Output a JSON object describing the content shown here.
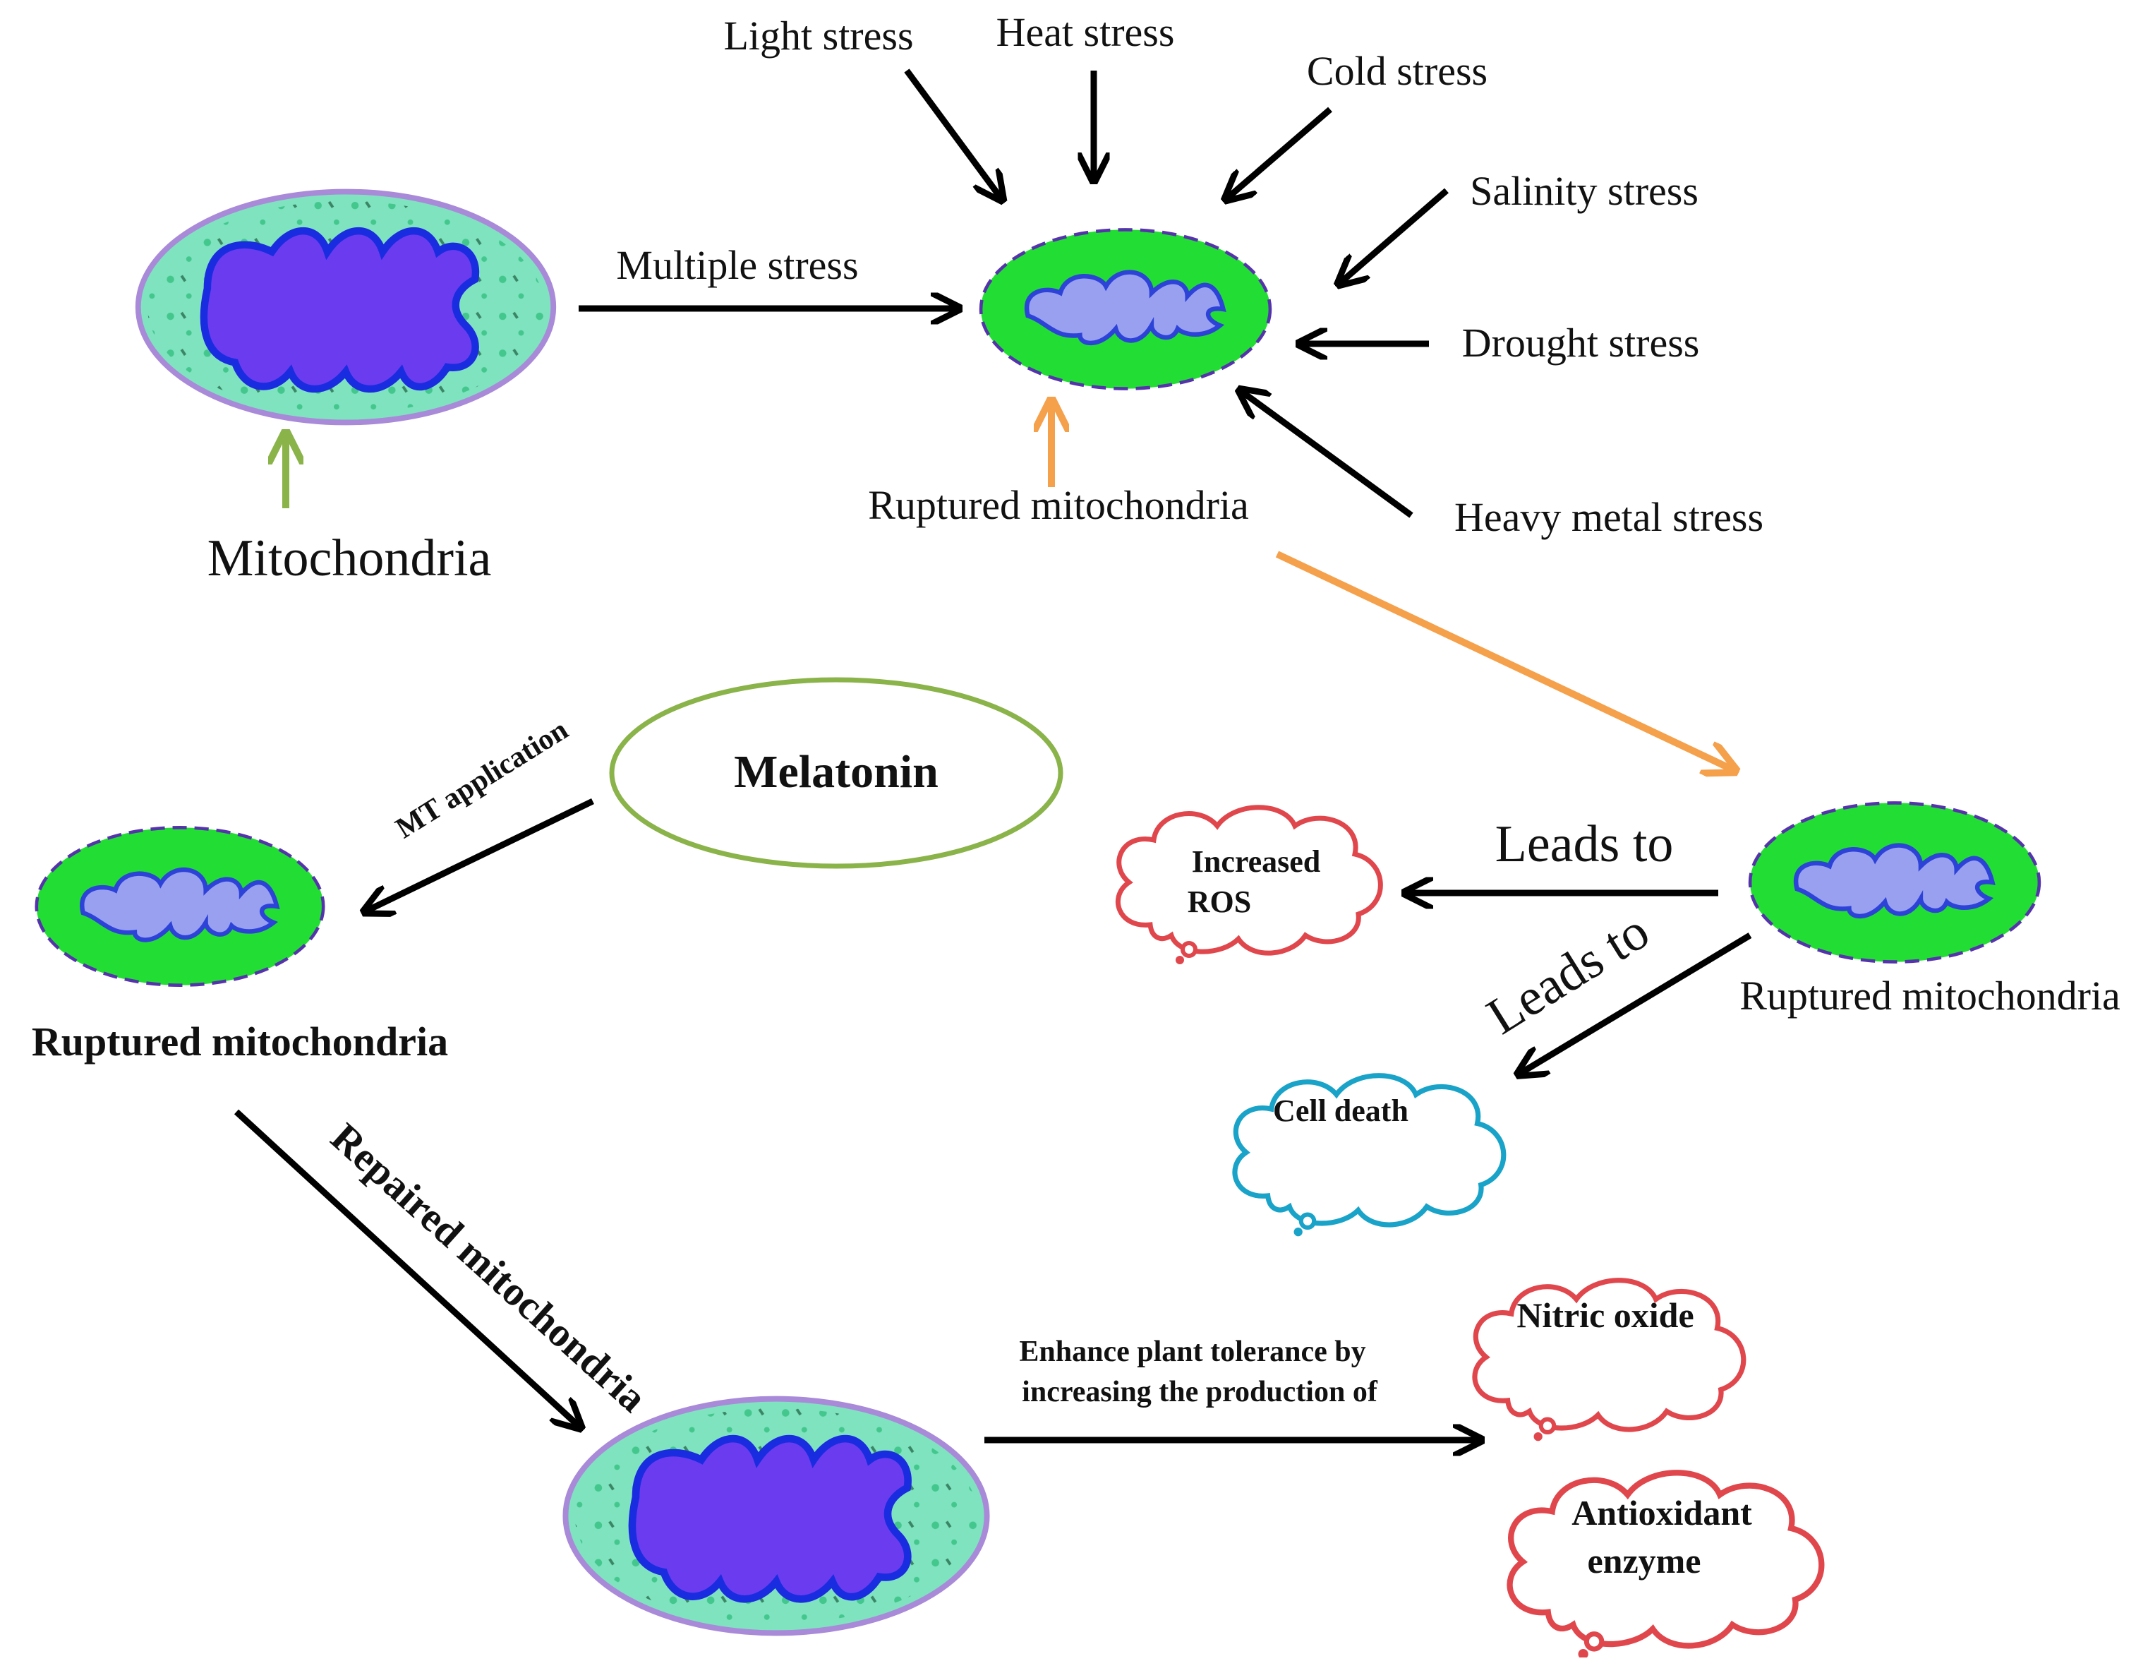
{
  "labels": {
    "mitochondria": "Mitochondria",
    "multiple_stress": "Multiple stress",
    "ruptured_top": "Ruptured mitochondria",
    "ruptured_right": "Ruptured mitochondria",
    "ruptured_left": "Ruptured mitochondria",
    "melatonin": "Melatonin",
    "mt_application": "MT application",
    "repaired": "Repaired mitochondria",
    "leads_to_1": "Leads to",
    "leads_to_2": "Leads to",
    "enhance_line1": "Enhance plant tolerance by",
    "enhance_line2": "increasing  the production of"
  },
  "stresses": {
    "light": "Light stress",
    "heat": "Heat stress",
    "cold": "Cold stress",
    "salinity": "Salinity stress",
    "drought": "Drought stress",
    "heavy_metal": "Heavy  metal stress"
  },
  "clouds": {
    "ros_line1": "Increased",
    "ros_line2": "ROS",
    "cell_death": "Cell death",
    "nitric_oxide": "Nitric oxide",
    "antioxidant_line1": "Antioxidant",
    "antioxidant_line2": "enzyme"
  },
  "colors": {
    "arrow": "#000000",
    "green_arrow": "#8ab34a",
    "orange_arrow": "#f5a04b",
    "cloud_red": "#e0474c",
    "cloud_blue": "#1aa3c8",
    "melatonin_ellipse": "#8ab34a",
    "mito_outer_healthy": "#7fe3c0",
    "mito_outer_ruptured": "#22dd33",
    "mito_inner_healthy": "#6b3bf0",
    "mito_inner_ruptured": "#9aa0f0",
    "mito_border": "#a98ad8"
  }
}
